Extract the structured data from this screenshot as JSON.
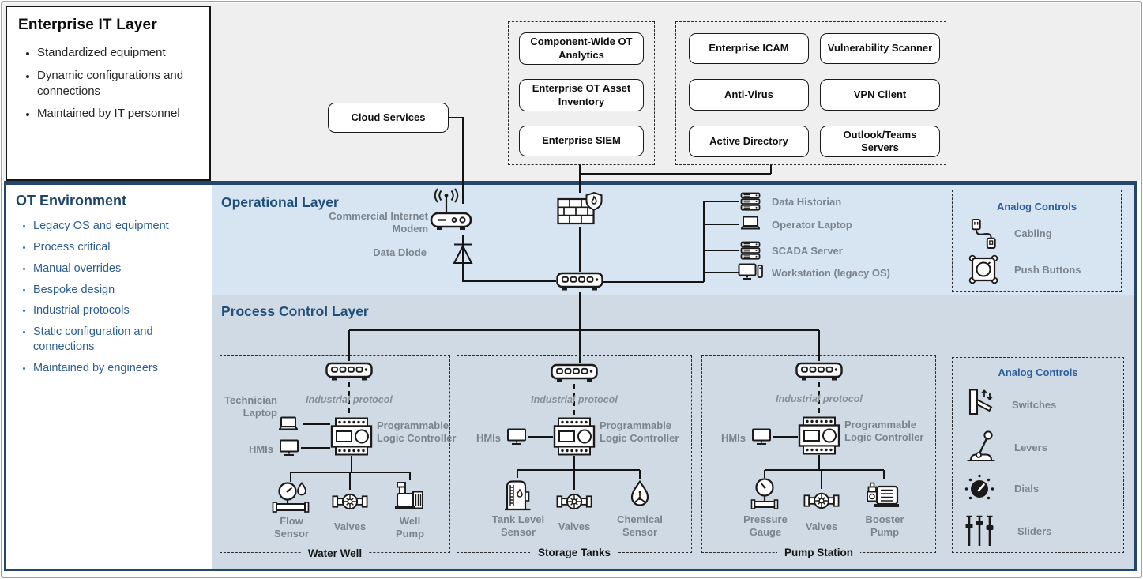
{
  "colors": {
    "accent_navy": "#1f4e79",
    "ot_border_navy": "#24466b",
    "it_band_gray": "#efefef",
    "operational_band_blue": "#d7e5f2",
    "process_band_blue": "#cfdae4",
    "label_gray": "#7b848c",
    "analog_title_blue": "#2b5f9e",
    "line_black": "#1a1a1a"
  },
  "enterprise_it": {
    "title": "Enterprise IT Layer",
    "bullets": [
      "Standardized equipment",
      "Dynamic configurations and connections",
      "Maintained by IT personnel"
    ]
  },
  "it_top": {
    "cloud_label": "Cloud Services",
    "ot_tools": [
      "Component-Wide OT Analytics",
      "Enterprise OT Asset Inventory",
      "Enterprise SIEM"
    ],
    "it_services": [
      "Enterprise ICAM",
      "Vulnerability Scanner",
      "Anti-Virus",
      "VPN Client",
      "Active Directory",
      "Outlook/Teams Servers"
    ]
  },
  "ot_environment": {
    "title": "OT Environment",
    "bullets": [
      "Legacy OS and equipment",
      "Process critical",
      "Manual overrides",
      "Bespoke design",
      "Industrial protocols",
      "Static configuration and connections",
      "Maintained by engineers"
    ]
  },
  "operational": {
    "title": "Operational Layer",
    "modem_label": "Commercial Internet Modem",
    "diode_label": "Data Diode",
    "devices": [
      "Data Historian",
      "Operator Laptop",
      "SCADA Server",
      "Workstation (legacy OS)"
    ],
    "analog": {
      "title": "Analog Controls",
      "items": [
        "Cabling",
        "Push Buttons"
      ]
    }
  },
  "process": {
    "title": "Process Control Layer",
    "protocol_label": "Industrial protocol",
    "plc_label": "Programmable Logic Controller",
    "hmis_label": "HMIs",
    "tech_laptop_label": "Technician Laptop",
    "sections": [
      {
        "name": "Water Well",
        "devices": [
          "Flow Sensor",
          "Valves",
          "Well Pump"
        ]
      },
      {
        "name": "Storage Tanks",
        "devices": [
          "Tank Level Sensor",
          "Valves",
          "Chemical Sensor"
        ]
      },
      {
        "name": "Pump Station",
        "devices": [
          "Pressure Gauge",
          "Valves",
          "Booster Pump"
        ]
      }
    ],
    "analog": {
      "title": "Analog Controls",
      "items": [
        "Switches",
        "Levers",
        "Dials",
        "Sliders"
      ]
    }
  },
  "icons": {
    "modem": "wifi-modem",
    "diode": "data-diode-symbol",
    "firewall": "brick-wall-shield-flame",
    "network_switch": "switch-with-ports",
    "server": "rack-server",
    "laptop": "laptop",
    "workstation": "monitor-with-tower",
    "monitor": "hmi-monitor",
    "plc": "plc-terminal-block",
    "flow_sensor": "gauge-on-pipe-with-droplet",
    "valve": "pipe-valve-handwheel",
    "well_pump": "pump-with-elbow",
    "tank_level": "tank-with-ladder",
    "chemical": "droplet-with-atom",
    "pressure_gauge": "gauge-on-pipe",
    "booster_pump": "motor-pump",
    "cabling": "usb-cables",
    "push_button": "tactile-push-button",
    "switches": "wall-toggle-switch",
    "levers": "lever-on-base",
    "dials": "rotary-knob",
    "sliders": "fader-bank"
  }
}
